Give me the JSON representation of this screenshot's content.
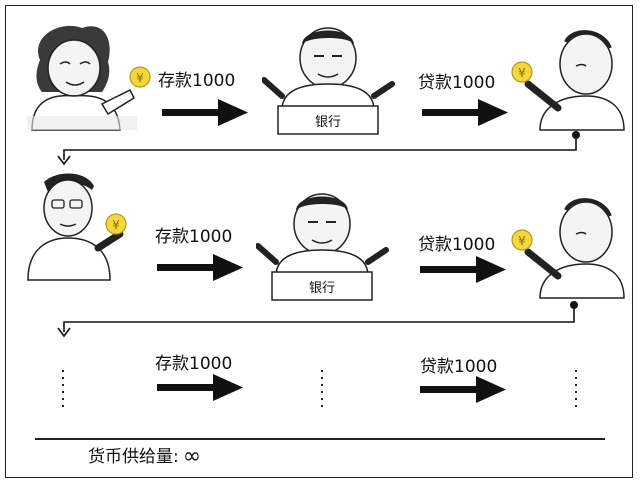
{
  "flow": {
    "row1": {
      "deposit_label": "存款1000",
      "loan_label": "贷款1000",
      "bank_label": "银行"
    },
    "row2": {
      "deposit_label": "存款1000",
      "loan_label": "贷款1000",
      "bank_label": "银行"
    },
    "row3": {
      "deposit_label": "存款1000",
      "loan_label": "贷款1000"
    }
  },
  "coin_symbol": "¥",
  "money_supply": {
    "label": "货币供给量:",
    "value": "∞"
  }
}
